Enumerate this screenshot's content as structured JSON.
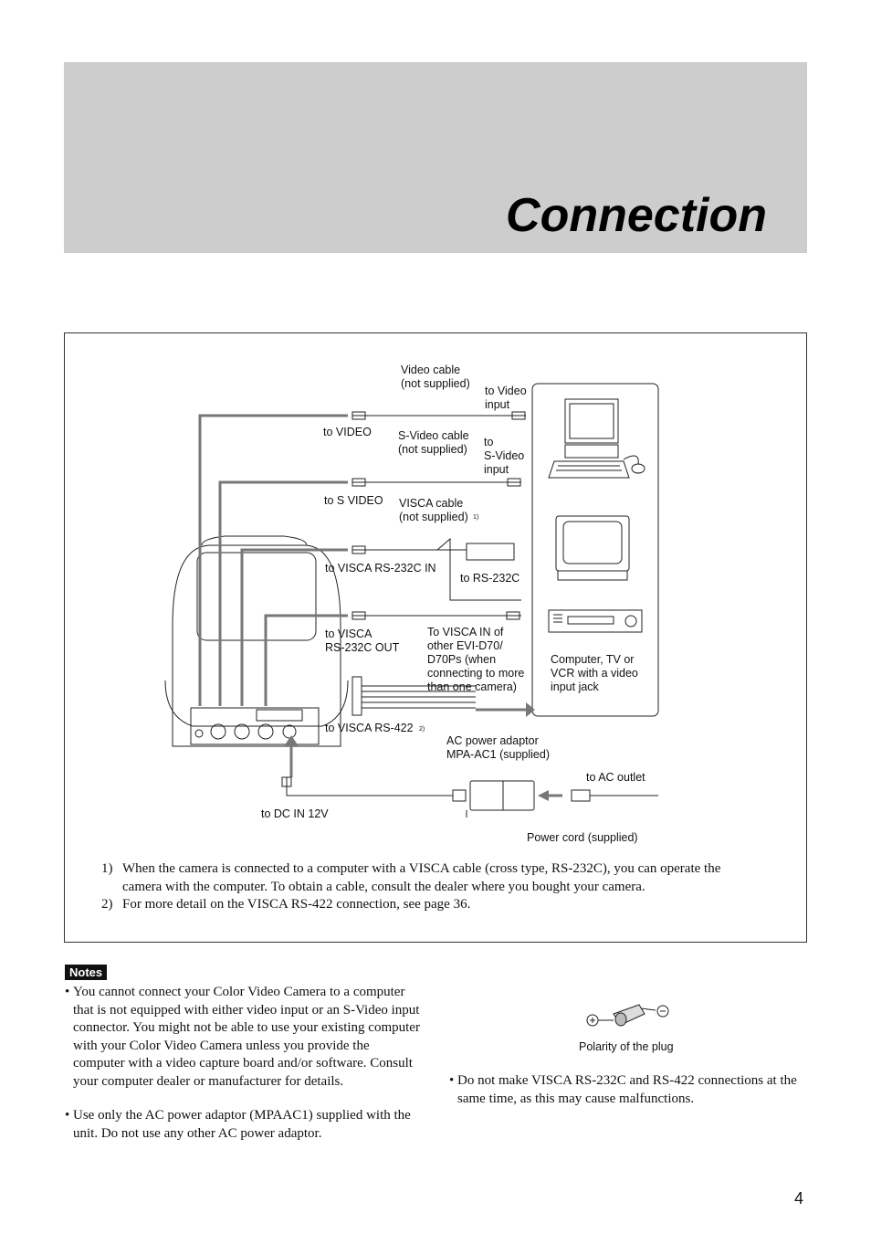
{
  "header": {
    "title": "Connection"
  },
  "diagram": {
    "labels": {
      "video_cable": "Video cable\n(not supplied)",
      "to_video_input": "to Video\ninput",
      "to_video": "to VIDEO",
      "svideo_cable": "S-Video cable\n(not supplied)",
      "to_svideo_input": "to\nS-Video\ninput",
      "to_s_video": "to S VIDEO",
      "visca_cable": "VISCA cable\n(not supplied)",
      "visca_cable_note": "1)",
      "to_visca_232c_in": "to VISCA RS-232C IN",
      "to_rs232c": "to RS-232C",
      "to_visca_232c_out": "to VISCA\nRS-232C OUT",
      "to_visca_in_other": "To VISCA IN of\nother EVI-D70/\nD70Ps (when\nconnecting to more\nthan one camera)",
      "computer_tv_vcr": "Computer, TV or\nVCR with a video\ninput jack",
      "to_visca_422": "to VISCA RS-422",
      "visca_422_note": "2)",
      "ac_adaptor": "AC power adaptor\nMPA-AC1 (supplied)",
      "to_ac_outlet": "to AC outlet",
      "to_dc_in": "to DC IN 12V",
      "power_cord": "Power cord (supplied)"
    }
  },
  "footnotes": [
    {
      "num": "1)",
      "text": "When the camera is connected to a computer with a VISCA cable (cross type, RS-232C), you can operate the camera with the computer. To obtain a cable, consult the dealer where you bought your camera."
    },
    {
      "num": "2)",
      "text": "For more detail on the VISCA RS-422 connection, see page 36."
    }
  ],
  "notes": {
    "badge": "Notes",
    "bullet_char": "•",
    "left": [
      "You cannot connect your Color Video Camera to a computer that is not equipped with either video input or an S-Video input connector. You might not be able to use your existing computer with your Color Video Camera unless you provide the computer with a video capture board and/or software. Consult your computer dealer or manufacturer for details.",
      "Use only the AC power adaptor (MPAAC1) supplied with the unit. Do not use any other AC power adaptor."
    ],
    "right": [
      "Do not make VISCA RS-232C and RS-422 connections at the same time, as this may cause malfunctions."
    ],
    "polarity_caption": "Polarity of the plug"
  },
  "page_number": "4"
}
